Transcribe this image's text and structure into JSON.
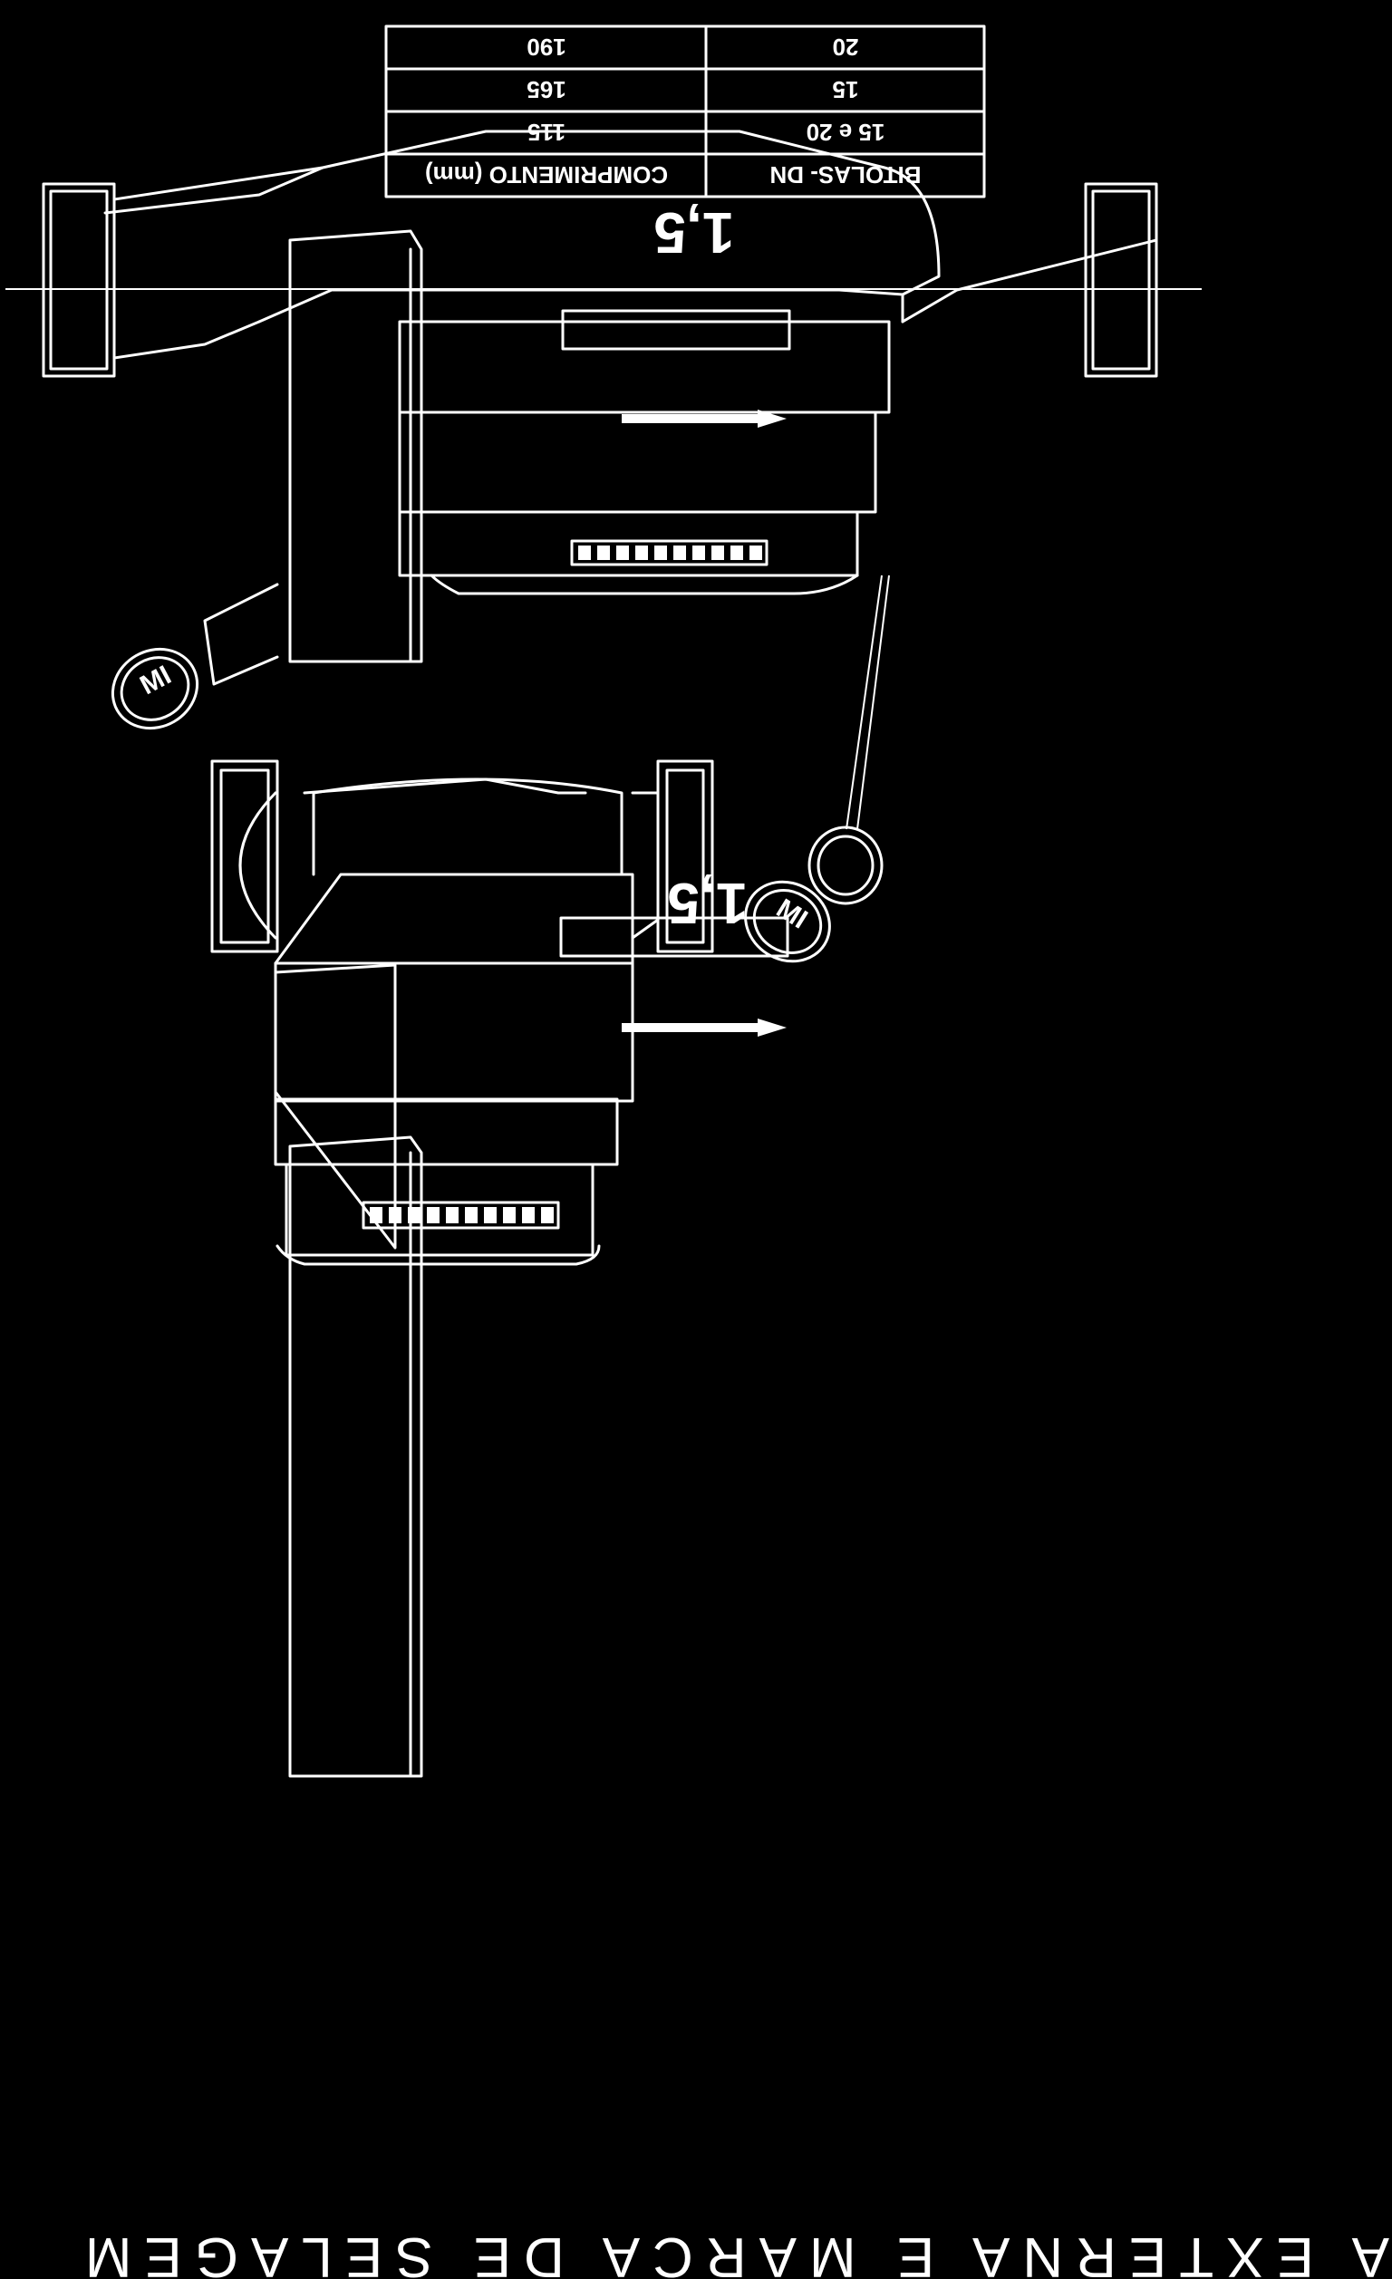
{
  "dimension_table": {
    "headers": [
      "COMPRIMENTO (mm)",
      "BITOLAS- DN"
    ],
    "rows": [
      [
        "115",
        "15 e 20"
      ],
      [
        "165",
        "15"
      ],
      [
        "190",
        "20"
      ]
    ]
  },
  "top_view": {
    "size_marking": "1,5",
    "seal_marking": "MI"
  },
  "bottom_view": {
    "size_marking": "1,5",
    "seal_marking": "MI"
  },
  "title": "VISTA EXTERNA E MARCA DE SELAGEM"
}
